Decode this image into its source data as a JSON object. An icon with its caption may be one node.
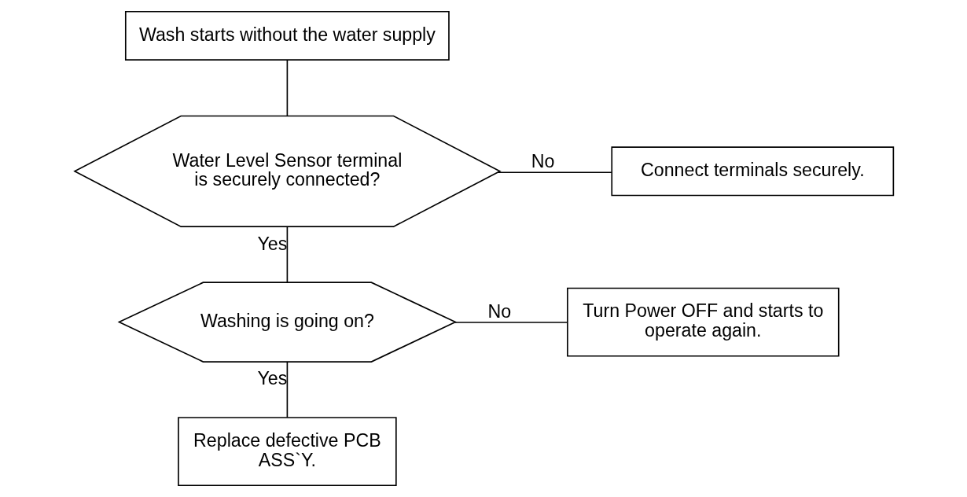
{
  "diagram": {
    "nodes": [
      {
        "text": [
          "Wash starts without the water supply"
        ]
      },
      {
        "text": [
          "Water Level Sensor terminal is securely connected?"
        ]
      },
      {
        "text": [
          "Connect terminals securely."
        ]
      },
      {
        "text": [
          "Washing is going on?"
        ]
      },
      {
        "text": [
          "Turn Power OFF and starts to operate again."
        ]
      },
      {
        "text": [
          "Replace defective PCB ASS`Y."
        ]
      }
    ],
    "edges": [
      {
        "from": 0,
        "to": 1,
        "arrow": "none"
      },
      {
        "from": 1,
        "to": 2,
        "label": "No",
        "arrow": "none"
      },
      {
        "from": 1,
        "to": 3,
        "label": "Yes",
        "arrow": "none"
      },
      {
        "from": 3,
        "to": 4,
        "label": "No",
        "arrow": "none"
      },
      {
        "from": 3,
        "to": 5,
        "label": "Yes",
        "arrow": "none"
      }
    ]
  }
}
